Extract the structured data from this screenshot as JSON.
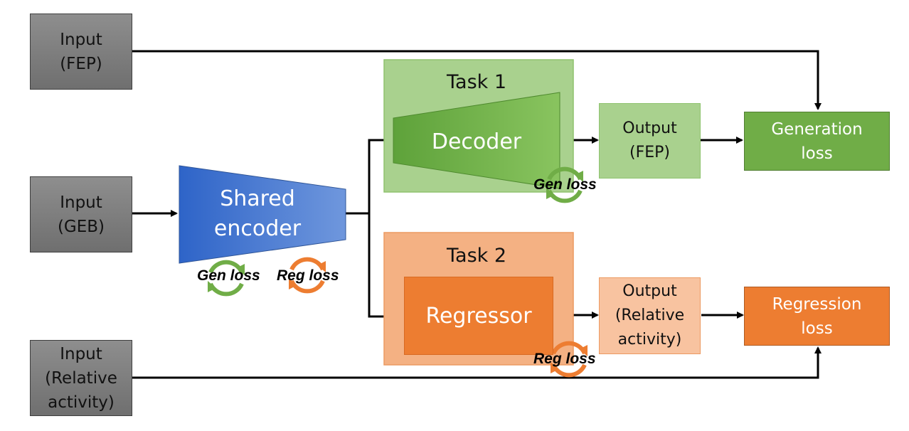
{
  "inputs": {
    "fep": "Input\n(FEP)",
    "geb": "Input\n(GEB)",
    "activity": "Input\n(Relative\nactivity)"
  },
  "encoder": {
    "label": "Shared\nencoder"
  },
  "task1": {
    "title": "Task 1",
    "decoder": "Decoder",
    "output": "Output\n(FEP)",
    "loss": "Generation\nloss"
  },
  "task2": {
    "title": "Task 2",
    "regressor": "Regressor",
    "output": "Output\n(Relative\nactivity)",
    "loss": "Regression\nloss"
  },
  "loss_tags": {
    "gen_encoder": "Gen loss",
    "reg_encoder": "Reg loss",
    "gen_decoder": "Gen loss",
    "reg_regressor": "Reg loss"
  },
  "colors": {
    "gray": "#7f7f7f",
    "green": "#70ad47",
    "light_green": "#a9d18e",
    "orange": "#ed7d31",
    "light_orange": "#f4b183",
    "blue": "#4472c4"
  }
}
